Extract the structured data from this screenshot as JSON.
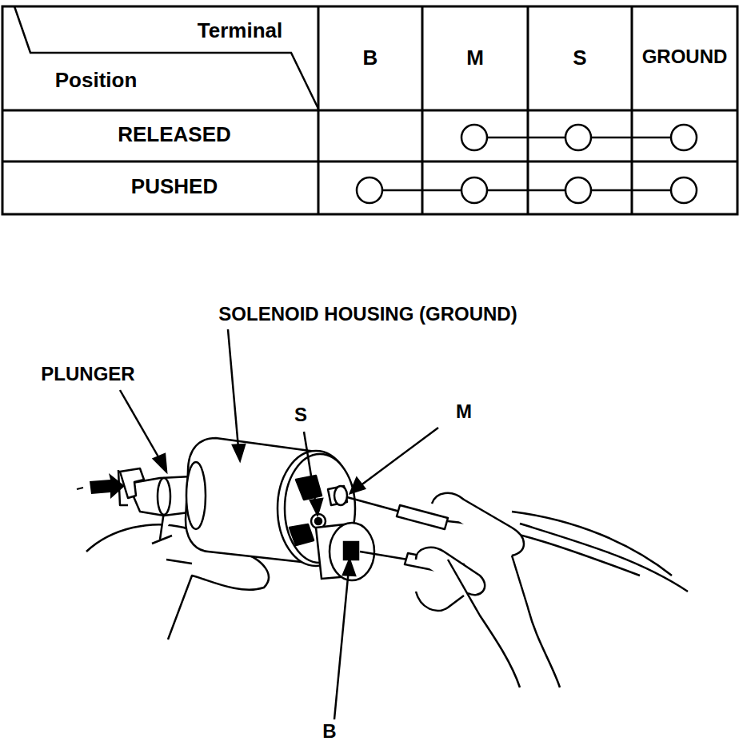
{
  "diagram": {
    "labels": [
      "Terminal",
      "Position",
      "B",
      "M",
      "S",
      "GROUND",
      "RELEASED",
      "PUSHED",
      "SOLENOID HOUSING (GROUND)",
      "PLUNGER",
      "S",
      "M",
      "B"
    ]
  }
}
